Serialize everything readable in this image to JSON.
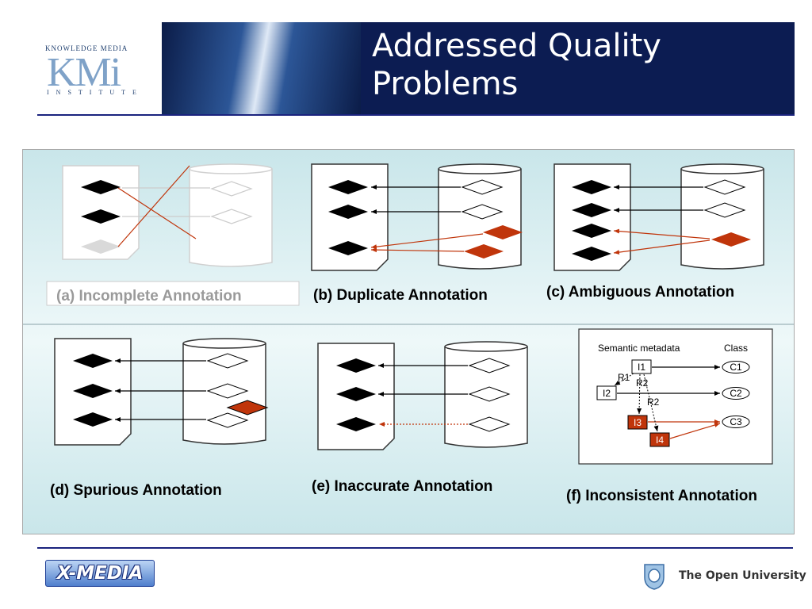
{
  "slide": {
    "title_line1": "Addressed Quality",
    "title_line2": "Problems"
  },
  "logos": {
    "kmi": {
      "top": "KNOWLEDGE MEDIA",
      "big": "KMi",
      "bottom": "INSTITUTE"
    },
    "xmedia": "X-MEDIA",
    "open_university": "The Open University"
  },
  "captions": {
    "a": "(a) Incomplete Annotation",
    "b": "(b) Duplicate Annotation",
    "c": "(c) Ambiguous Annotation",
    "d": "(d) Spurious Annotation",
    "e": "(e) Inaccurate Annotation",
    "f": "(f) Inconsistent Annotation"
  },
  "diagram_f": {
    "header_left": "Semantic metadata",
    "header_right": "Class",
    "instances": [
      "I1",
      "I2",
      "I3",
      "I4"
    ],
    "classes": [
      "C1",
      "C2",
      "C3"
    ],
    "relations": [
      "R1",
      "R2",
      "R2"
    ]
  },
  "colors": {
    "title_bar": "#0c1c52",
    "accent_red": "#c0350b",
    "faded": "#9a9a9a",
    "panel_bg": "#c9e6ea"
  }
}
